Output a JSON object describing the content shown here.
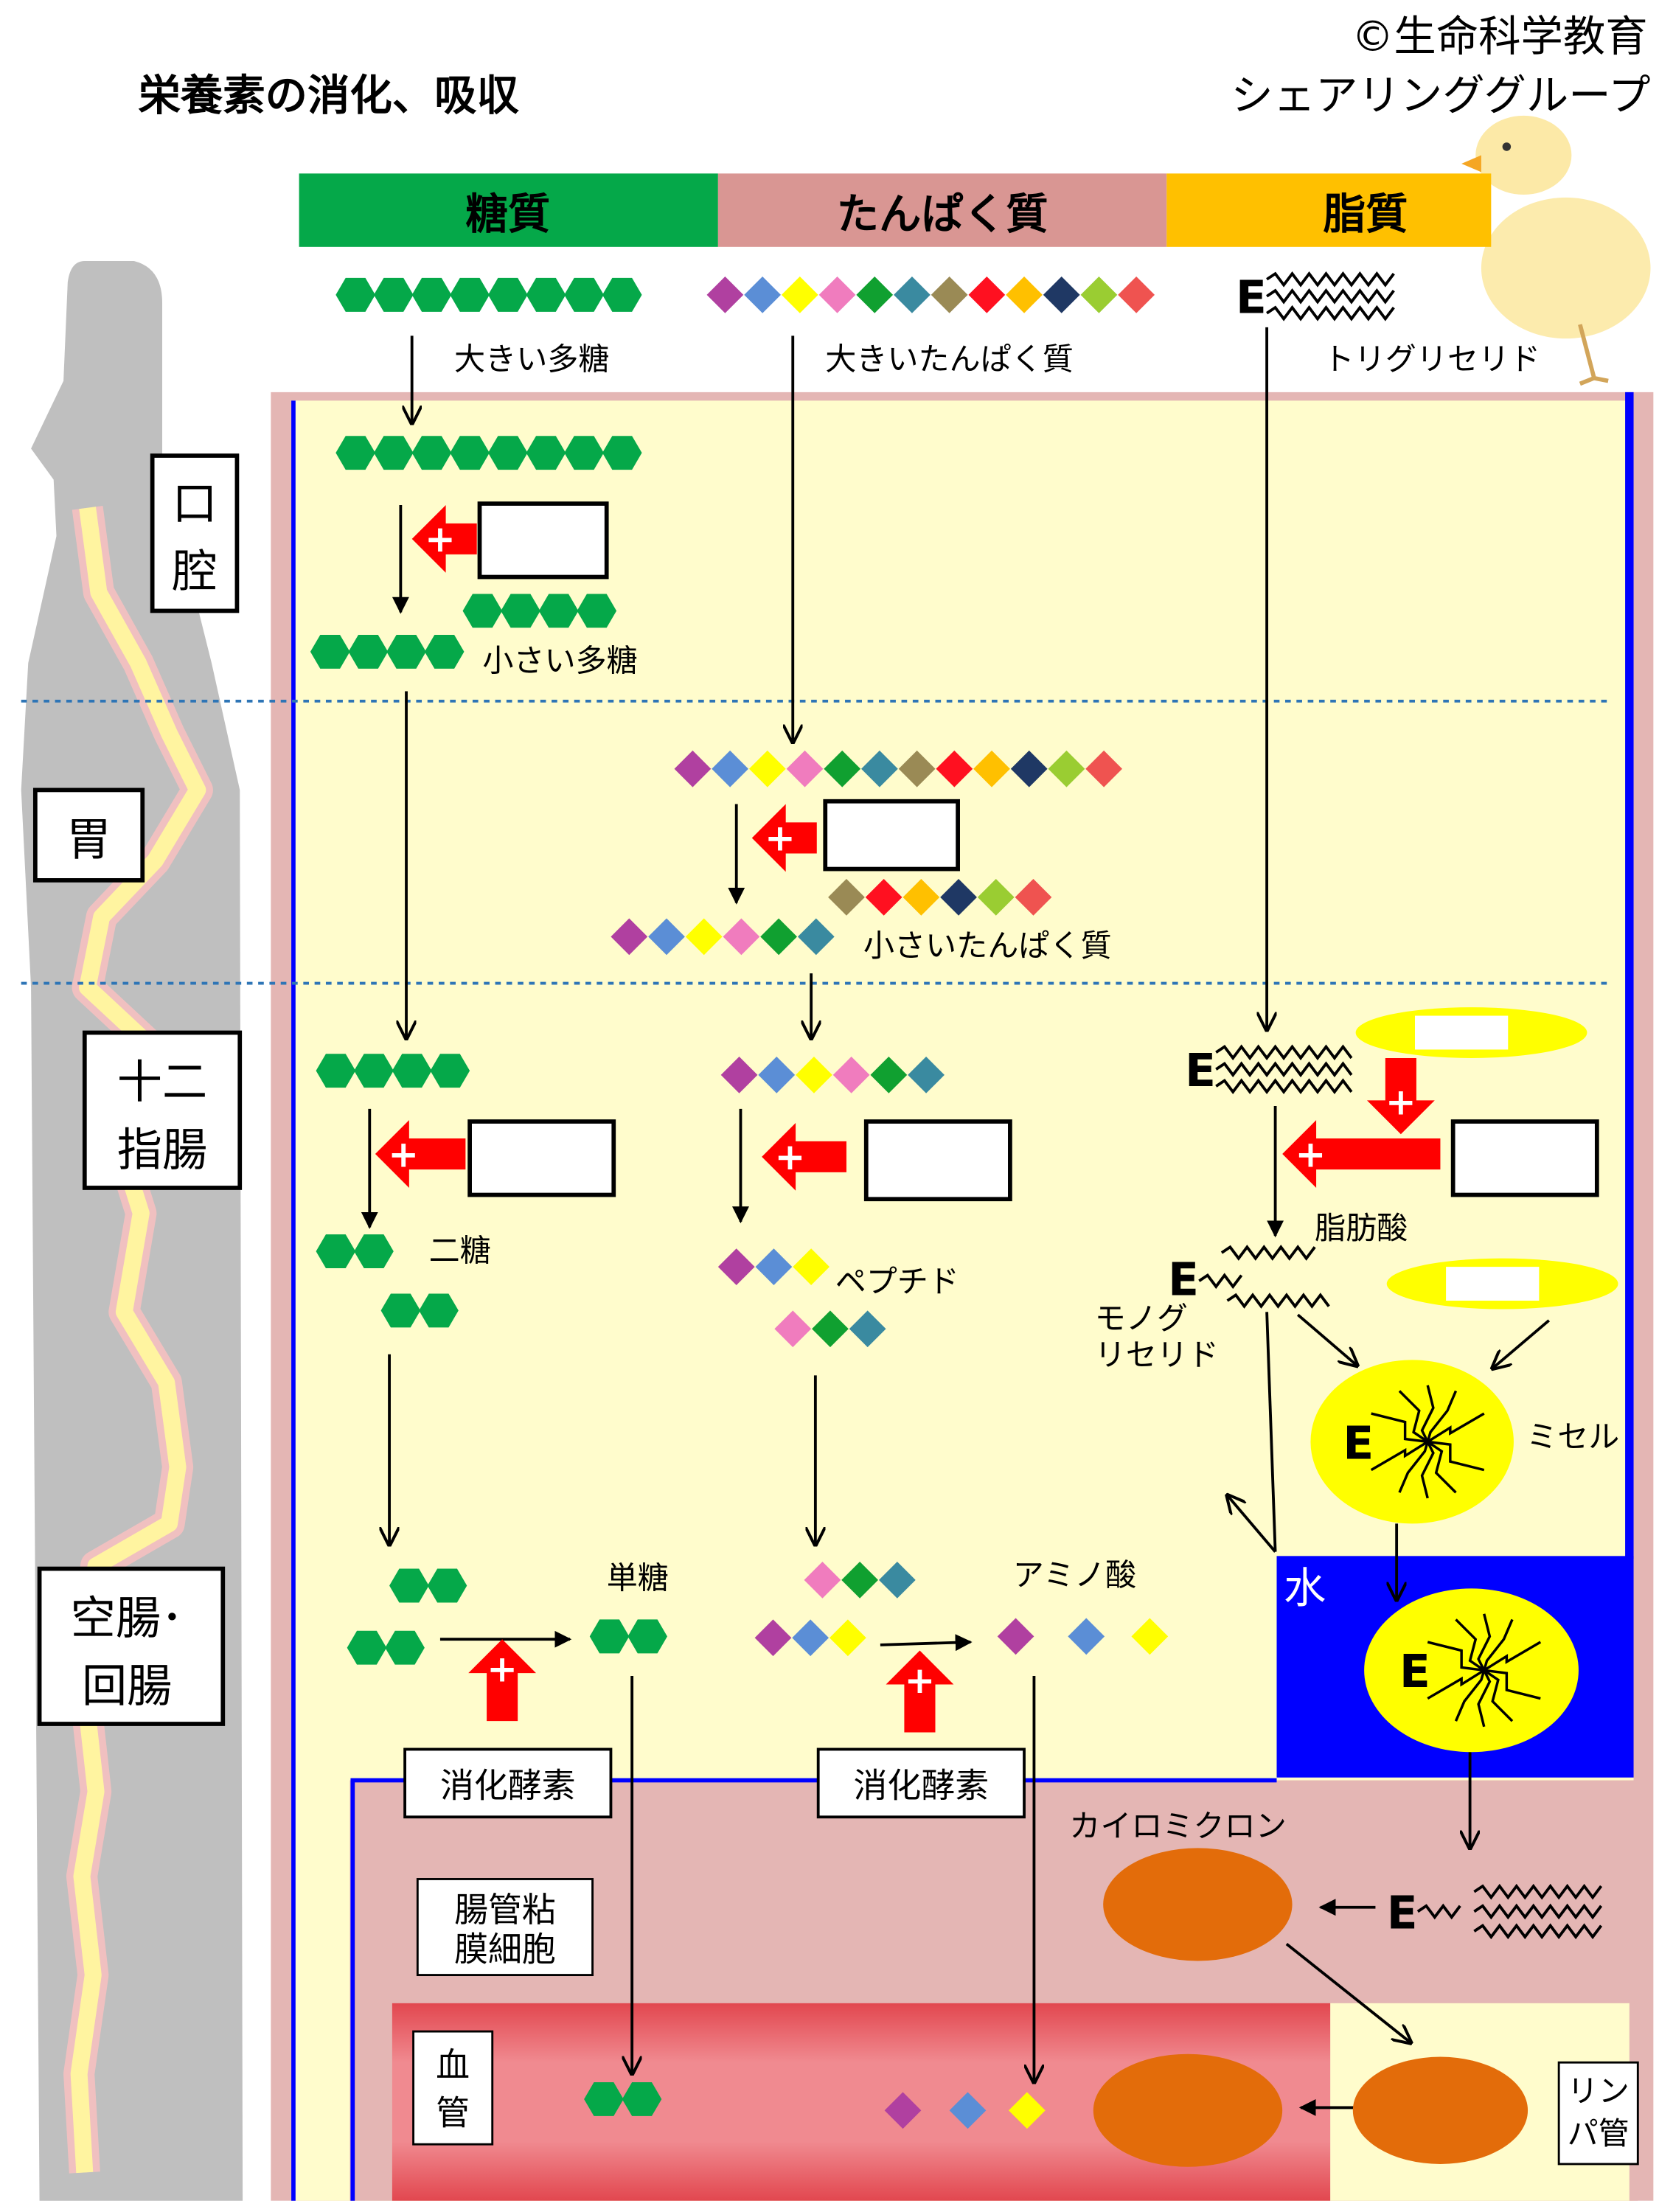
{
  "title": "栄養素の消化、吸収",
  "credit": {
    "line1": "©生命科学教育",
    "line2": "シェアリンググループ"
  },
  "columns": {
    "carb": "糖質",
    "protein": "たんぱく質",
    "fat": "脂質"
  },
  "colors": {
    "carb": "#05a849",
    "protein": "#d99693",
    "fat": "#ffc000",
    "wall": "#e4b6b4",
    "lumen": "#fffccc",
    "water": "#0000ff",
    "blood": "#e2474f",
    "micelle": "#ffff00",
    "chylomicron": "#e36c0a"
  },
  "organs": {
    "mouth": [
      "口",
      "腔"
    ],
    "stomach": "胃",
    "duodenum": [
      "十二",
      "指腸"
    ],
    "jejunum": [
      "空腸･",
      "回腸"
    ]
  },
  "labels": {
    "large_polysaccharide": "大きい多糖",
    "small_polysaccharide": "小さい多糖",
    "disaccharide": "二糖",
    "monosaccharide": "単糖",
    "large_protein": "大きいたんぱく質",
    "small_protein": "小さいたんぱく質",
    "peptide": "ペプチド",
    "amino_acid": "アミノ酸",
    "triglyceride": "トリグリセリド",
    "fatty_acid": "脂肪酸",
    "monoglyceride": [
      "モノグ",
      "リセリド"
    ],
    "micelle": "ミセル",
    "water": "水",
    "chylomicron": "カイロミクロン",
    "digestive_enzyme": "消化酵素",
    "mucosal_cell": [
      "腸管粘",
      "膜細胞"
    ],
    "blood_vessel": [
      "血",
      "管"
    ],
    "lymph_vessel": [
      "リン",
      "パ管"
    ],
    "glycerol_letter": "E",
    "plus": "+"
  },
  "protein_colors": [
    "#b040a0",
    "#5b8ed6",
    "#ffff00",
    "#f07cbe",
    "#10a030",
    "#3a8aa0",
    "#9a8a55",
    "#ff1020",
    "#ffc000",
    "#1f3864",
    "#9acd32",
    "#ef5350"
  ]
}
